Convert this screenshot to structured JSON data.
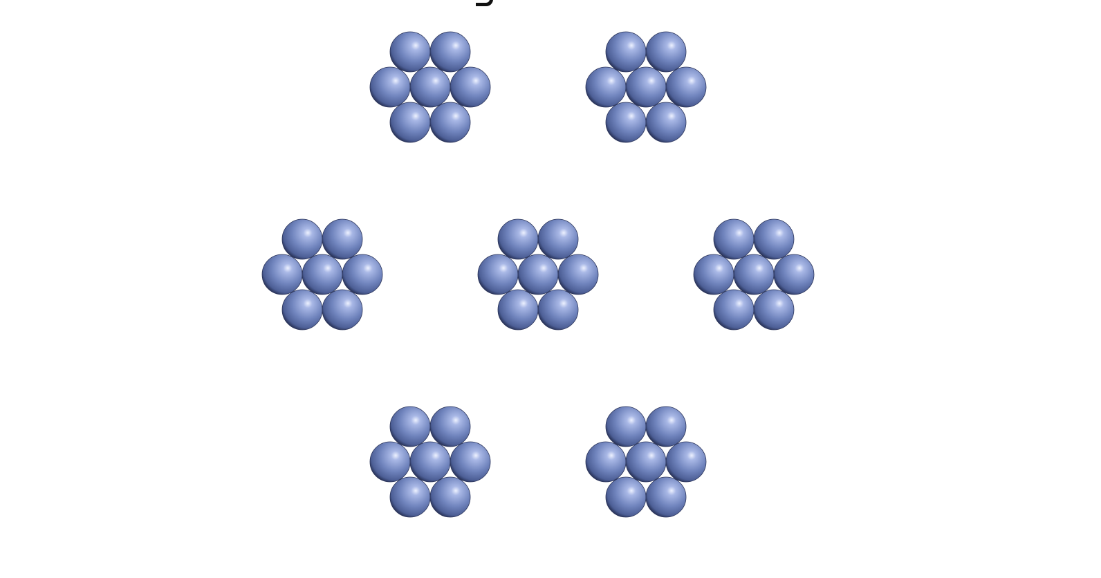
{
  "diagram": {
    "clusters": [
      {
        "row": 0,
        "col": 0
      },
      {
        "row": 0,
        "col": 1
      },
      {
        "row": 1,
        "col": 0
      },
      {
        "row": 1,
        "col": 1
      },
      {
        "row": 1,
        "col": 2
      },
      {
        "row": 2,
        "col": 0
      },
      {
        "row": 2,
        "col": 1
      }
    ],
    "atoms_per_cluster": 7,
    "arrangement": "hexagonal",
    "colors": {
      "sphere_highlight": "#eef2ff",
      "sphere_mid": "#7f93c6",
      "sphere_base": "#5c70a6",
      "sphere_shadow": "#20284a",
      "background": "#ffffff"
    }
  }
}
